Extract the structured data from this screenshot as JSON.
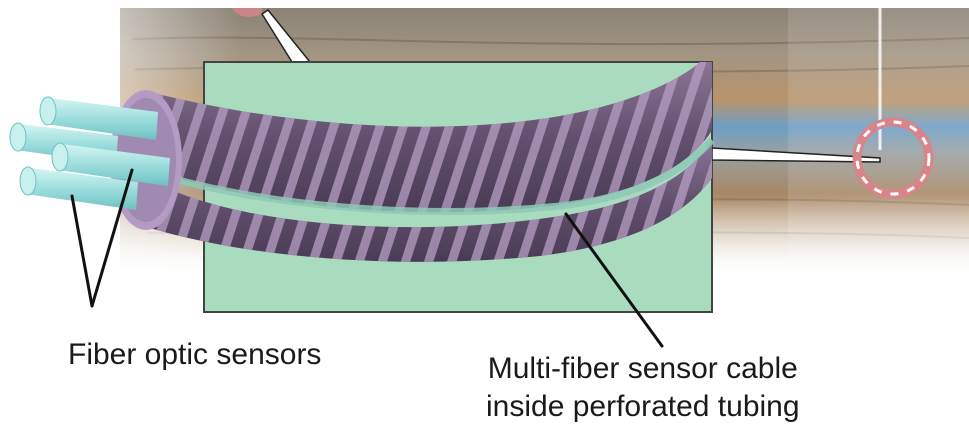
{
  "labels": {
    "fiber_optic_sensors": "Fiber optic sensors",
    "cable_line1": "Multi-fiber sensor cable",
    "cable_line2": "inside perforated tubing"
  },
  "colors": {
    "background": "#ffffff",
    "inset_panel": "#a9dbbf",
    "cable_body": "#6e5a79",
    "cable_stripe": "#b59ec3",
    "fiber": "#a7e4e3",
    "casing_ring": "#d9848a",
    "water_band": "#6a9ec0",
    "rock": "#8c7a66",
    "leader_line": "#111111"
  },
  "icons": [
    "rock-strata-background",
    "borehole-casing-ring-icon",
    "fiber-strand-icon",
    "cable-cross-section-icon"
  ]
}
